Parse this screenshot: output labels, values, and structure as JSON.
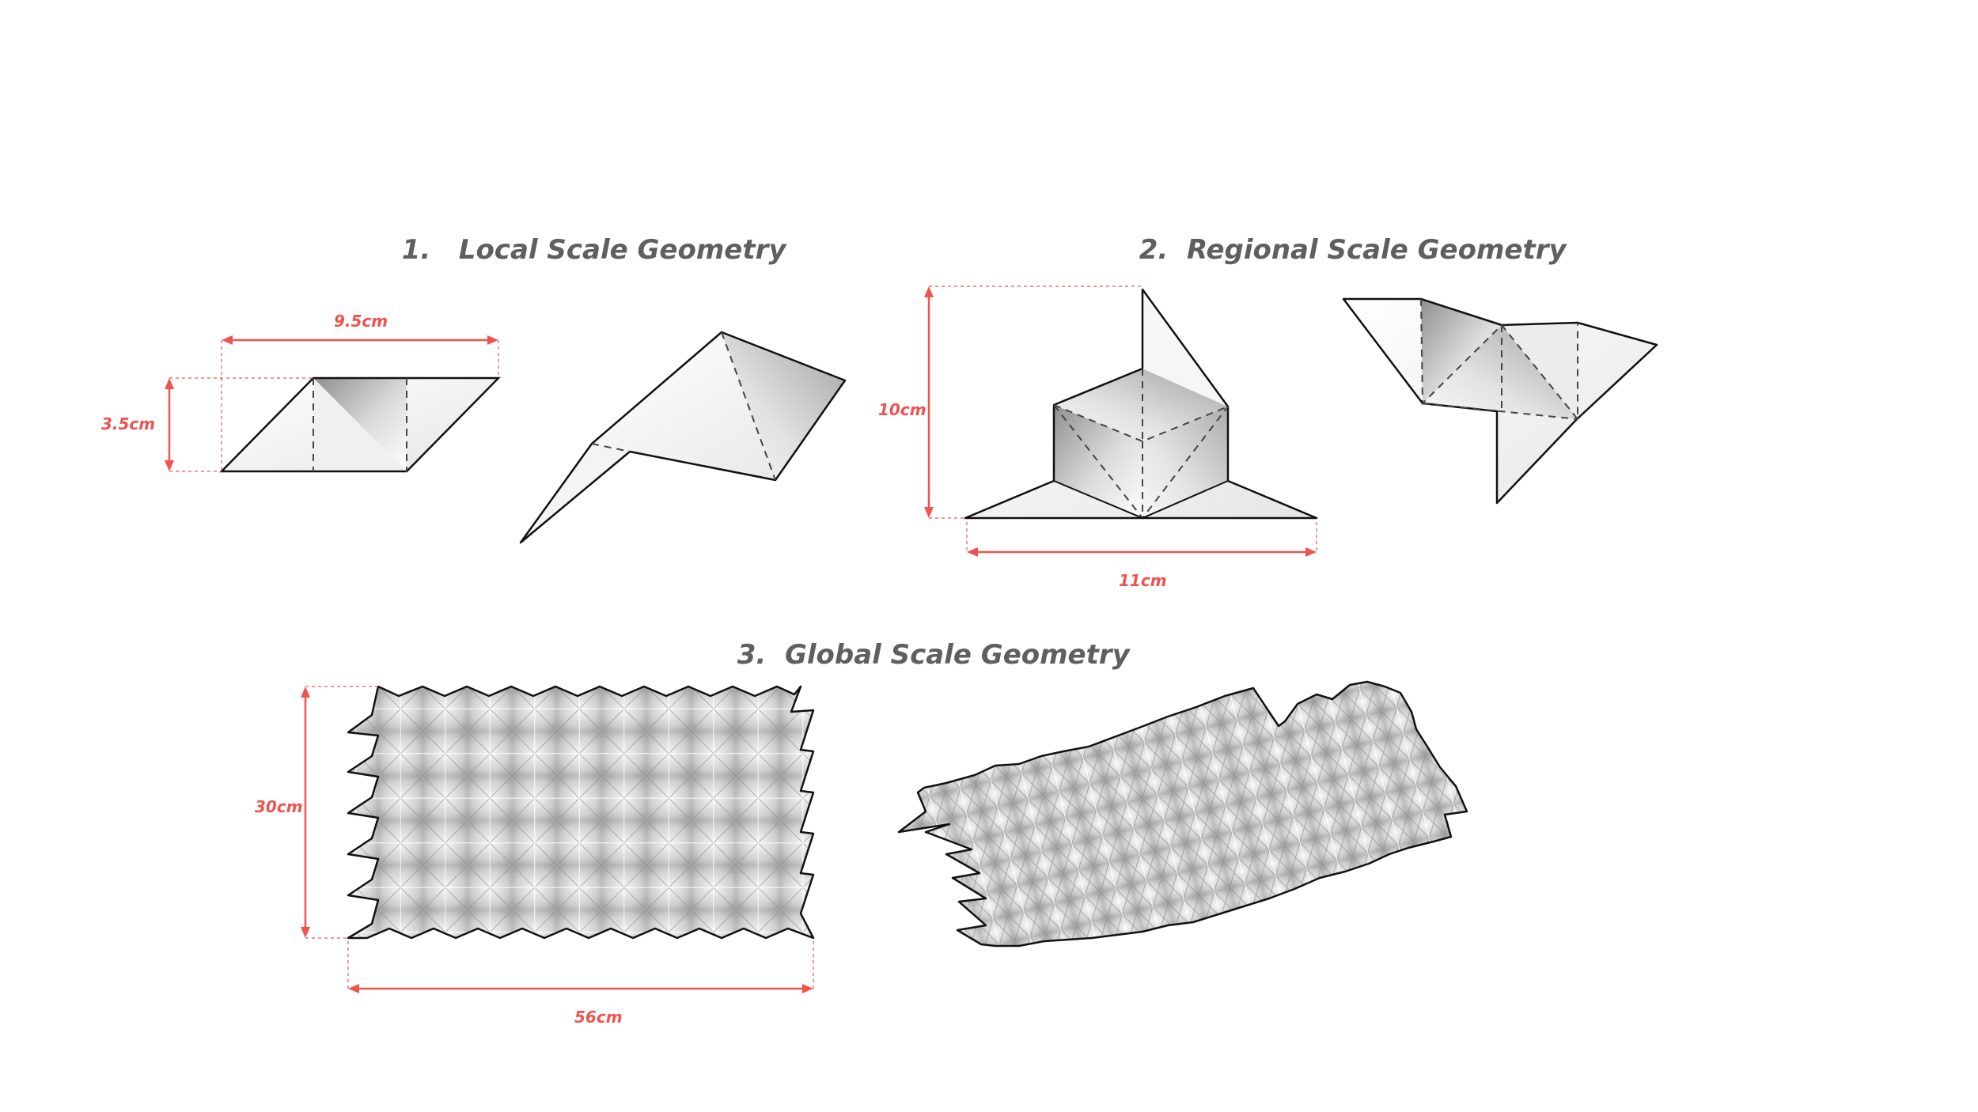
{
  "sections": [
    {
      "number": "1.",
      "title": "Local Scale Geometry"
    },
    {
      "number": "2.",
      "title": "Regional Scale Geometry"
    },
    {
      "number": "3.",
      "title": "Global Scale Geometry"
    }
  ],
  "dimensions": {
    "local_width": "9.5cm",
    "local_height": "3.5cm",
    "regional_height": "10cm",
    "regional_width": "11cm",
    "global_height": "30cm",
    "global_width": "56cm"
  },
  "colors": {
    "title": "#5f5f5f",
    "dimension": "#ef5350",
    "outline": "#111111",
    "fill": "#f3f3f3",
    "shade": "#9a9a9a"
  }
}
